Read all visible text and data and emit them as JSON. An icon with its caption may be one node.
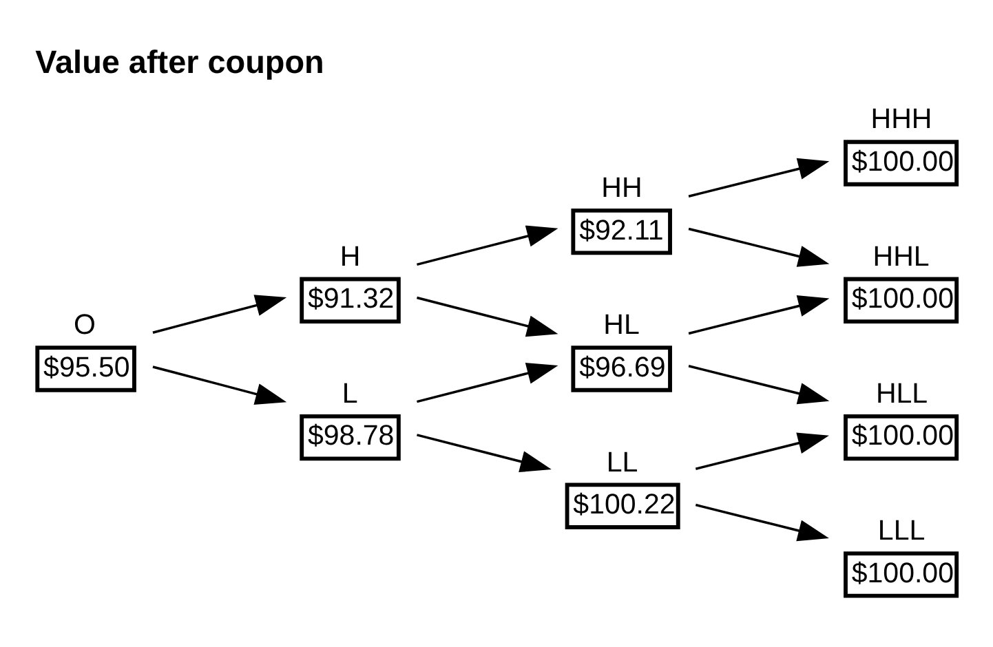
{
  "diagram": {
    "title": "Value after coupon",
    "nodes": [
      {
        "text": [
          "O",
          "$95.50"
        ]
      },
      {
        "text": [
          "H",
          "$91.32"
        ]
      },
      {
        "text": [
          "L",
          "$98.78"
        ]
      },
      {
        "text": [
          "HH",
          "$92.11"
        ]
      },
      {
        "text": [
          "HL",
          "$96.69"
        ]
      },
      {
        "text": [
          "LL",
          "$100.22"
        ]
      },
      {
        "text": [
          "HHH",
          "$100.00"
        ]
      },
      {
        "text": [
          "HHL",
          "$100.00"
        ]
      },
      {
        "text": [
          "HLL",
          "$100.00"
        ]
      },
      {
        "text": [
          "LLL",
          "$100.00"
        ]
      }
    ],
    "edges": [
      {
        "from": 0,
        "to": 1,
        "arrow": "to"
      },
      {
        "from": 0,
        "to": 2,
        "arrow": "to"
      },
      {
        "from": 1,
        "to": 3,
        "arrow": "to"
      },
      {
        "from": 1,
        "to": 4,
        "arrow": "to"
      },
      {
        "from": 2,
        "to": 4,
        "arrow": "to"
      },
      {
        "from": 2,
        "to": 5,
        "arrow": "to"
      },
      {
        "from": 3,
        "to": 6,
        "arrow": "to"
      },
      {
        "from": 3,
        "to": 7,
        "arrow": "to"
      },
      {
        "from": 4,
        "to": 7,
        "arrow": "to"
      },
      {
        "from": 4,
        "to": 8,
        "arrow": "to"
      },
      {
        "from": 5,
        "to": 8,
        "arrow": "to"
      },
      {
        "from": 5,
        "to": 9,
        "arrow": "to"
      }
    ]
  }
}
